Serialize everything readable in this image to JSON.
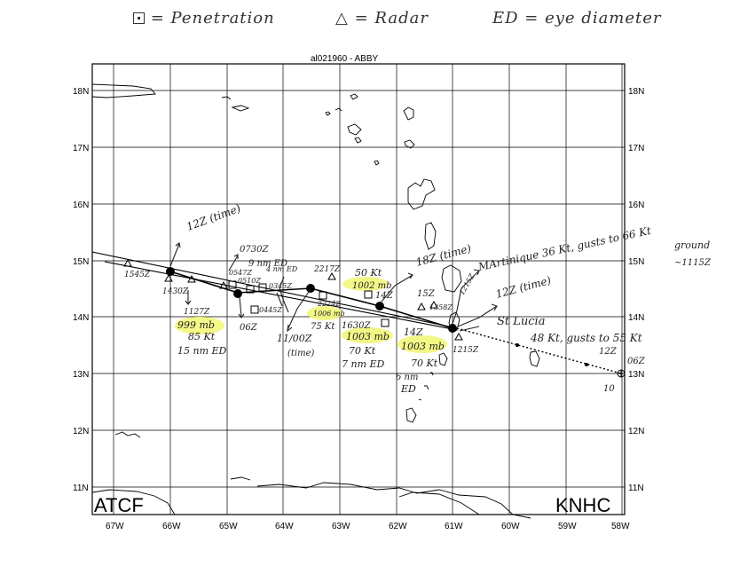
{
  "legend": {
    "penetration": "= Penetration",
    "radar": "= Radar",
    "eye": "ED = eye diameter"
  },
  "map": {
    "title": "al021960 - ABBY",
    "watermark_left": "ATCF",
    "watermark_right": "KNHC",
    "lat_labels": [
      "18N",
      "17N",
      "16N",
      "15N",
      "14N",
      "13N",
      "12N",
      "11N"
    ],
    "lon_labels": [
      "67W",
      "66W",
      "65W",
      "64W",
      "63W",
      "62W",
      "61W",
      "60W",
      "59W",
      "58W"
    ]
  },
  "annotations": {
    "a_12z_fine": "12Z (time)",
    "a_1545z": "1545Z",
    "a_1430z": "1430Z",
    "a_1127z": "1127Z",
    "a_999mb": "999 mb",
    "a_85kt": "85 Kt",
    "a_15nmed": "15 nm ED",
    "a_0730z": "0730Z",
    "a_9nmed": "9 nm ED",
    "a_0547z": "0547Z",
    "a_0510z": "0510Z",
    "a_4nmed": "4 nm ED",
    "a_0345z": "0345Z",
    "a_0445z": "0445Z",
    "a_06z": "06Z",
    "a_2217z": "2217Z",
    "a_2224z": "2224Z",
    "a_1006mb": "1006 mb",
    "a_11_00z": "11/00Z",
    "a_time": "(time)",
    "a_75kt": "75 Kt",
    "a_1630z": "1630Z",
    "a_1003mb_a": "1003 mb",
    "a_70kt_a": "70 Kt",
    "a_7nmed": "7 nm ED",
    "a_50kt": "50 Kt",
    "a_1002mb": "1002 mb",
    "a_14z_a": "14Z",
    "a_18z": "18Z (time)",
    "a_15z": "15Z",
    "a_14z_b": "14Z",
    "a_1003mb_b": "1003 mb",
    "a_70kt_b": "70 Kt",
    "a_6nmed": "6 nm",
    "a_ed": "ED",
    "a_1358z": "1358Z",
    "a_1215z_a": "1215Z",
    "a_1215z_b": "1215Z",
    "a_12z_time": "12Z (time)",
    "a_martinique": "MArtinique 36 Kt, gusts to 66 Kt",
    "a_ground": "ground",
    "a_1115z": "~1115Z",
    "a_stlucia": "St Lucia",
    "a_48kt": "48 Kt, gusts to 55 Kt",
    "a_12z_b": "12Z",
    "a_06z_b": "06Z",
    "a_10": "10"
  },
  "colors": {
    "highlight": "#f2f77a",
    "track": "#000000",
    "frame": "#000000"
  },
  "icons": [
    "penetration-icon",
    "radar-icon",
    "storm-position-icon"
  ]
}
